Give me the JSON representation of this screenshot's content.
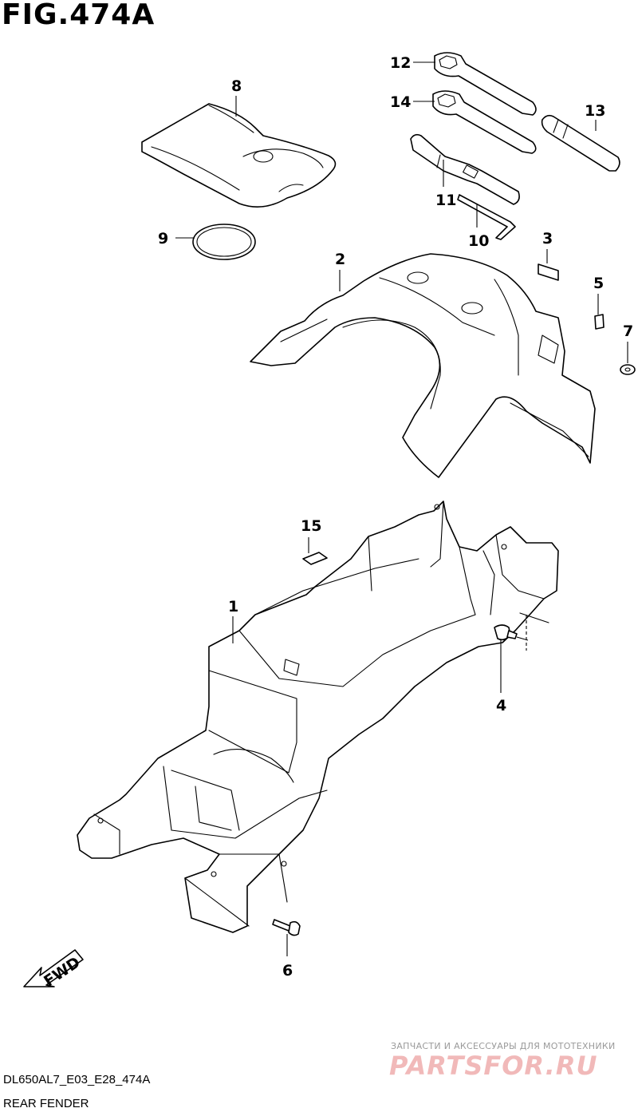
{
  "figure": {
    "title": "FIG.474A"
  },
  "callouts": {
    "p1": "1",
    "p2": "2",
    "p3": "3",
    "p4": "4",
    "p5": "5",
    "p6": "6",
    "p7": "7",
    "p8": "8",
    "p9": "9",
    "p10": "10",
    "p11": "11",
    "p12": "12",
    "p13": "13",
    "p14": "14",
    "p15": "15"
  },
  "fwd_label": "FWD",
  "footer": {
    "code": "DL650AL7_E03_E28_474A",
    "caption": "REAR FENDER"
  },
  "watermark": {
    "subtitle": "ЗАПЧАСТИ И АКСЕССУАРЫ ДЛЯ МОТОТЕХНИКИ",
    "logo": "PARTSFOR.RU"
  }
}
